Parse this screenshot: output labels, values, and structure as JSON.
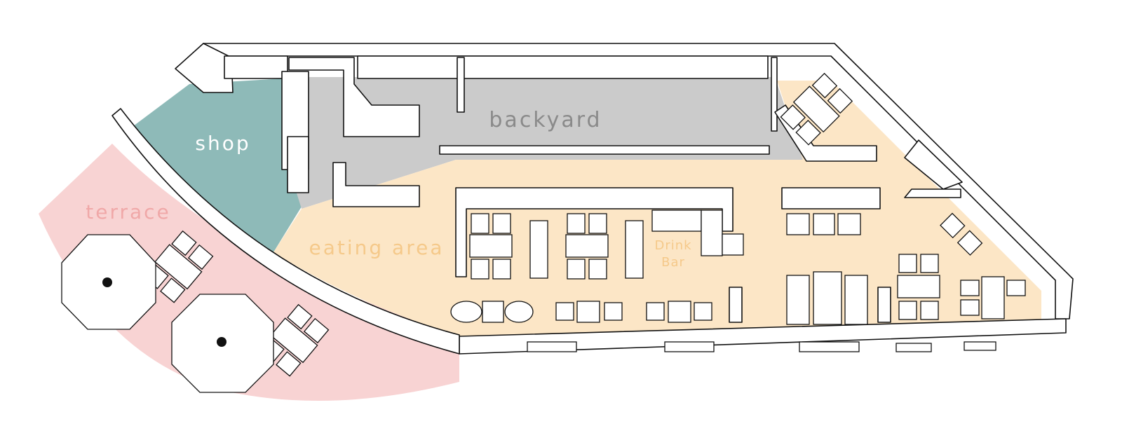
{
  "zones": {
    "shop": {
      "label": "shop",
      "color": "#8ebab8",
      "text_color": "#ffffff"
    },
    "backyard": {
      "label": "backyard",
      "color": "#cbcbcb",
      "text_color": "#8a8a8a"
    },
    "terrace": {
      "label": "terrace",
      "color": "#f8d3d3",
      "text_color": "#f0a8a8"
    },
    "eating_area": {
      "label": "eating area",
      "color": "#fce6c6",
      "text_color": "#f5c98a"
    },
    "drink_bar": {
      "label_line1": "Drink",
      "label_line2": "Bar",
      "text_color": "#f5c98a"
    }
  }
}
